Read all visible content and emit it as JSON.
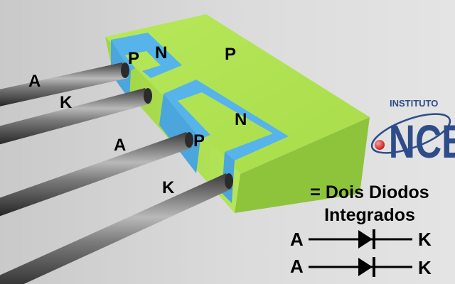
{
  "labels": {
    "a1": "A",
    "k1": "K",
    "a2": "A",
    "k2": "K",
    "p1": "P",
    "n1": "N",
    "p_top": "P",
    "n2": "N",
    "p2": "P"
  },
  "caption": {
    "line1": "= Dois Diodos",
    "line2": "Integrados"
  },
  "symbols": [
    {
      "anode": "A",
      "cathode": "K"
    },
    {
      "anode": "A",
      "cathode": "K"
    }
  ],
  "logo": {
    "top": "INSTITUTO",
    "main": "NCB"
  },
  "colors": {
    "p_region": "#aee34e",
    "n_region": "#56b4ea",
    "accent": "#2e4c8a"
  }
}
